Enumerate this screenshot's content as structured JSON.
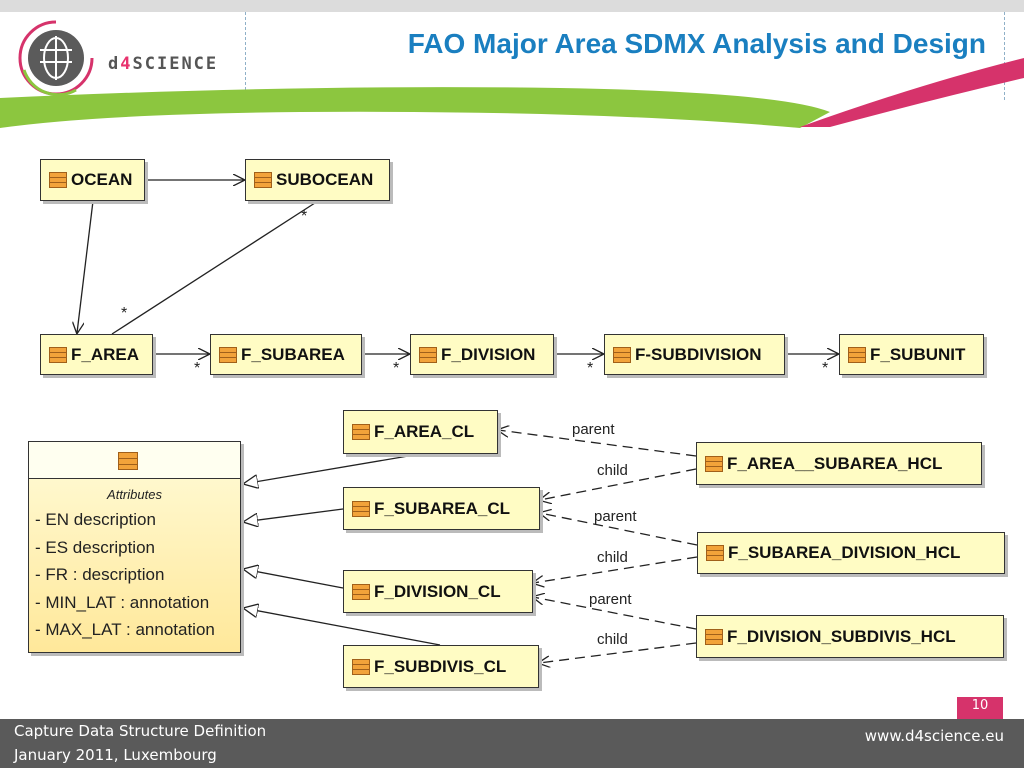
{
  "header": {
    "title": "FAO Major Area SDMX Analysis and Design",
    "logo_prefix": "d",
    "logo_four": "4",
    "logo_suffix": "SCIENCE"
  },
  "classes": {
    "ocean": "OCEAN",
    "subocean": "SUBOCEAN",
    "f_area": "F_AREA",
    "f_subarea": "F_SUBAREA",
    "f_division": "F_DIVISION",
    "f_subdivision": "F-SUBDIVISION",
    "f_subunit": "F_SUBUNIT",
    "f_area_cl": "F_AREA_CL",
    "f_subarea_cl": "F_SUBAREA_CL",
    "f_division_cl": "F_DIVISION_CL",
    "f_subdivis_cl": "F_SUBDIVIS_CL",
    "hcl_area_subarea": "F_AREA__SUBAREA_HCL",
    "hcl_subarea_division": "F_SUBAREA_DIVISION_HCL",
    "hcl_division_subdivis": "F_DIVISION_SUBDIVIS_HCL"
  },
  "attribute_class": {
    "section_label": "Attributes",
    "attributes": [
      "- EN description",
      "- ES description",
      "- FR : description",
      "- MIN_LAT : annotation",
      "- MAX_LAT : annotation"
    ]
  },
  "multiplicity": "*",
  "roles": {
    "parent": "parent",
    "child": "child"
  },
  "footer": {
    "line1": "Capture Data Structure Definition",
    "line2": "January 2011, Luxembourg",
    "url": "www.d4science.eu",
    "page": "10"
  },
  "colors": {
    "title": "#1a7fc0",
    "class_fill": "#fffcc4",
    "green_swoosh": "#8cc63f",
    "pink_accent": "#d6336b",
    "footer_bg": "#5a5a5a"
  }
}
